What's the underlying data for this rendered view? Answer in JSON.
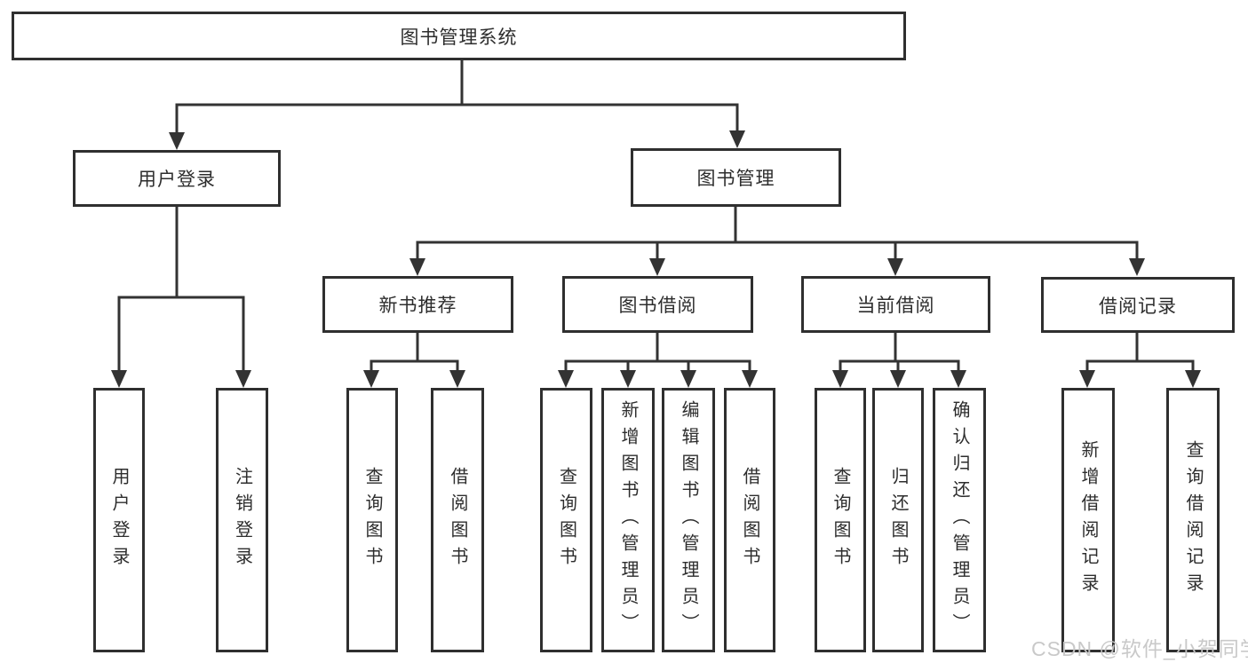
{
  "diagram": {
    "root": {
      "label": "图书管理系统"
    },
    "branches": {
      "user_login": {
        "label": "用户登录",
        "children": [
          "用户登录",
          "注销登录"
        ]
      },
      "book_mgmt": {
        "label": "图书管理"
      }
    },
    "modules": [
      {
        "label": "新书推荐",
        "children": [
          "查询图书",
          "借阅图书"
        ]
      },
      {
        "label": "图书借阅",
        "children": [
          "查询图书",
          "新增图书（管理员）",
          "编辑图书（管理员）",
          "借阅图书"
        ]
      },
      {
        "label": "当前借阅",
        "children": [
          "查询图书",
          "归还图书",
          "确认归还（管理员）"
        ]
      },
      {
        "label": "借阅记录",
        "children": [
          "新增借阅记录",
          "查询借阅记录"
        ]
      }
    ]
  },
  "watermark": {
    "text": "CSDN @软件_小贺同学"
  },
  "colors": {
    "line": "#333333",
    "box_border": "#2f2f2f",
    "text": "#2d2d2d",
    "background": "#ffffff",
    "watermark": "#c6c6c6"
  }
}
